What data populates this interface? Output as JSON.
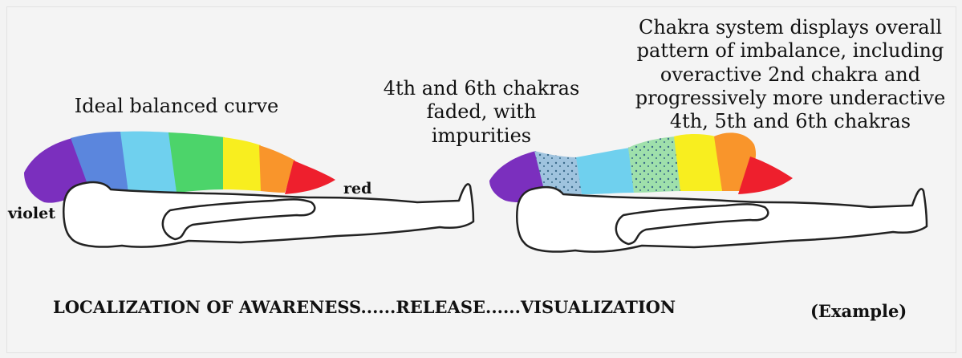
{
  "captions": {
    "ideal": "Ideal balanced curve",
    "faded": "4th and 6th chakras faded, with impurities",
    "system": "Chakra system displays overall pattern of imbalance, including overactive 2nd chakra and progressively more underactive 4th, 5th and 6th chakras"
  },
  "labels": {
    "violet": "violet",
    "red": "red"
  },
  "footer": {
    "title": "LOCALIZATION OF AWARENESS......RELEASE......VISUALIZATION",
    "example": "(Example)"
  },
  "colors": {
    "violet": "#7b2fbe",
    "indigo": "#5b86dd",
    "blue": "#6fd0ee",
    "green": "#4cd46a",
    "yellow": "#f8ee1f",
    "orange": "#f9952b",
    "red": "#ee1f2d",
    "body_outline": "#222222",
    "body_fill": "#ffffff"
  },
  "figures": [
    {
      "name": "ideal-balanced-figure",
      "state": "balanced"
    },
    {
      "name": "imbalanced-figure",
      "state": "imbalanced"
    }
  ]
}
